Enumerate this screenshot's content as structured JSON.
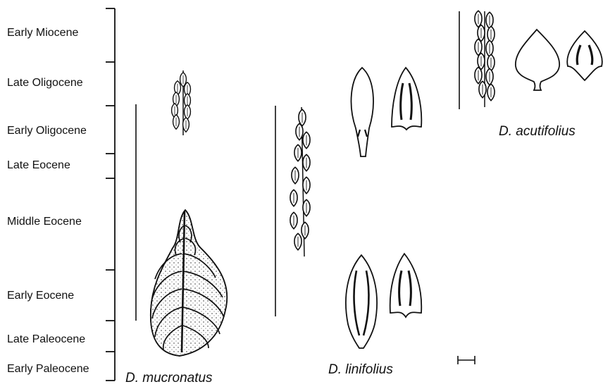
{
  "epochs": [
    "Early Miocene",
    "Late Oligocene",
    "Early Oligocene",
    "Late Eocene",
    "Middle Eocene",
    "Early Eocene",
    "Late Paleocene",
    "Early Paleocene"
  ],
  "species": {
    "mucronatus": "D. mucronatus",
    "linifolius": "D. linifolius",
    "acutifolius": "D. acutifolius"
  }
}
